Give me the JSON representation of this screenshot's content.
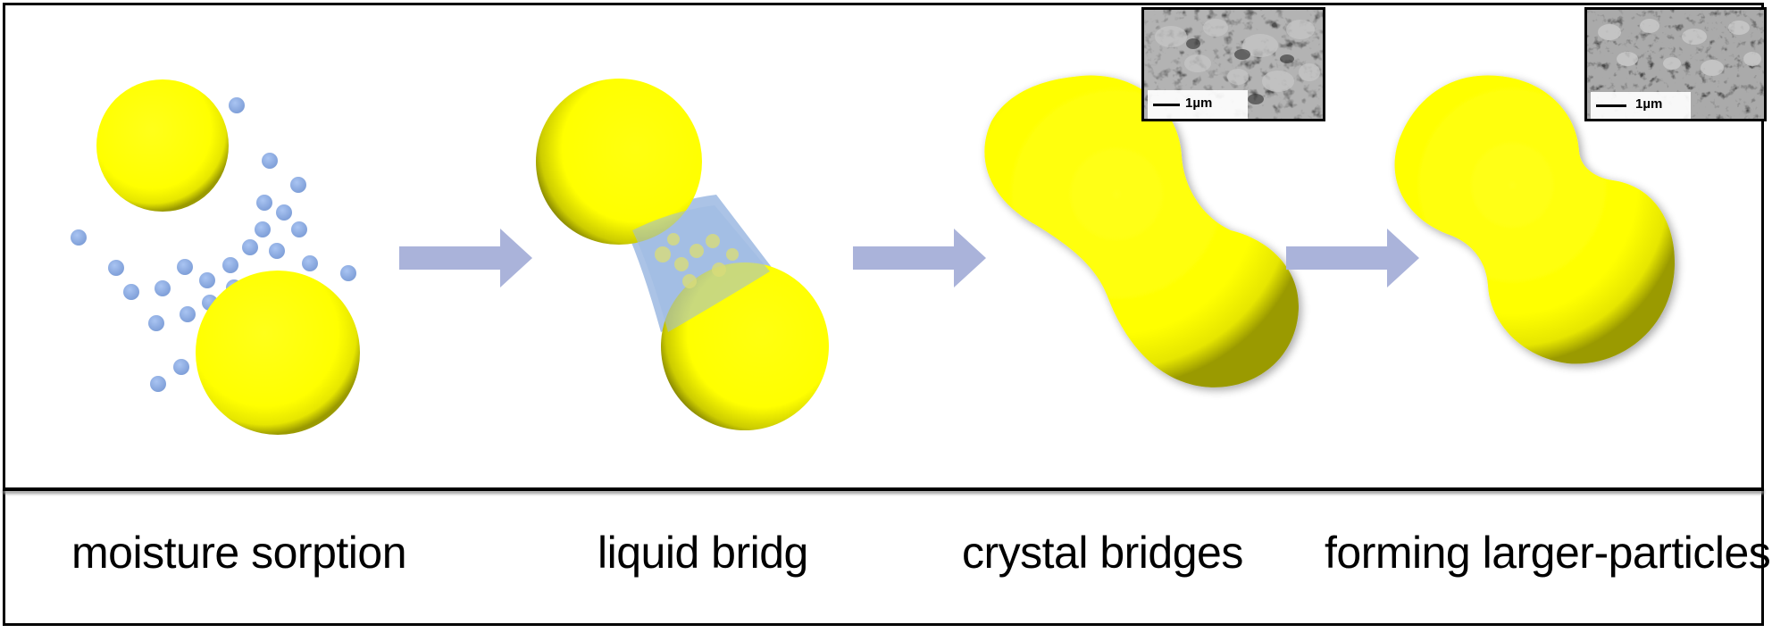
{
  "stages": [
    {
      "caption": "moisture sorption"
    },
    {
      "caption": "liquid bridg"
    },
    {
      "caption": "crystal bridges"
    },
    {
      "caption": "forming larger-particles"
    }
  ],
  "insets": [
    {
      "scale_label": "1µm"
    },
    {
      "scale_label": "1µm"
    }
  ],
  "colors": {
    "particle": "#ffff00",
    "particle_shadow": "#9a9a00",
    "water_droplet": "#8fb0e6",
    "bridge": "#9cb9e2",
    "arrow": "#aab3da",
    "border": "#000000"
  }
}
